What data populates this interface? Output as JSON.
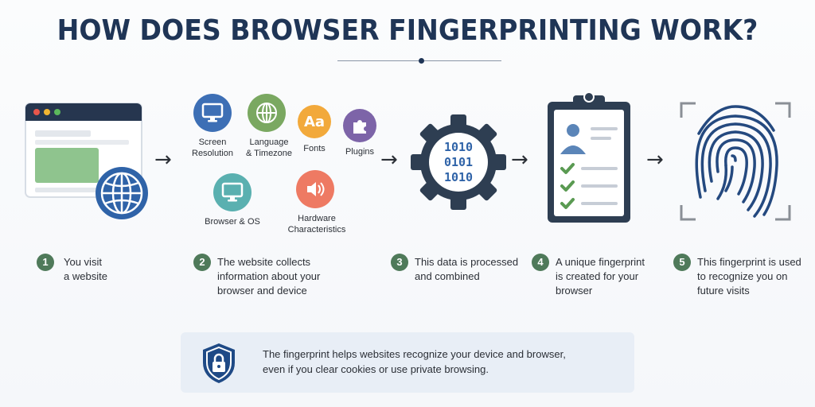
{
  "title": "HOW DOES BROWSER FINGERPRINTING WORK?",
  "arrows": [
    "→",
    "→",
    "→",
    "→"
  ],
  "sources": [
    {
      "icon": "monitor-icon",
      "line1": "Screen",
      "line2": "Resolution",
      "color": "#3d6fb5"
    },
    {
      "icon": "globe-icon",
      "line1": "Language",
      "line2": "& Timezone",
      "color": "#7aa861"
    },
    {
      "icon": "fonts-icon",
      "line1": "Fonts",
      "glyph": "Aa",
      "color": "#f2a93b"
    },
    {
      "icon": "puzzle-icon",
      "line1": "Plugins",
      "color": "#7d64a8"
    },
    {
      "icon": "browser-os-icon",
      "line1": "Browser & OS",
      "color": "#5ab0b0"
    },
    {
      "icon": "speaker-icon",
      "line1": "Hardware",
      "line2": "Characteristics",
      "color": "#ee7a63"
    }
  ],
  "gear_binary": [
    "1010",
    "0101",
    "1010"
  ],
  "steps": [
    {
      "num": "1",
      "lines": [
        "You visit",
        "a website"
      ]
    },
    {
      "num": "2",
      "lines": [
        "The website collects",
        "information about your",
        "browser and device"
      ]
    },
    {
      "num": "3",
      "lines": [
        "This data is processed",
        "and combined"
      ]
    },
    {
      "num": "4",
      "lines": [
        "A unique fingerprint",
        "is created for your",
        "browser"
      ]
    },
    {
      "num": "5",
      "lines": [
        "This fingerprint is used",
        "to recognize you on",
        "future visits"
      ]
    }
  ],
  "note": {
    "line1": "The fingerprint helps websites recognize your device and browser,",
    "line2": "even if you clear cookies or use private browsing."
  },
  "colors": {
    "navy": "#1f3556",
    "blue": "#2f63a8",
    "green": "#4f7a5a",
    "check": "#5a9a52"
  }
}
